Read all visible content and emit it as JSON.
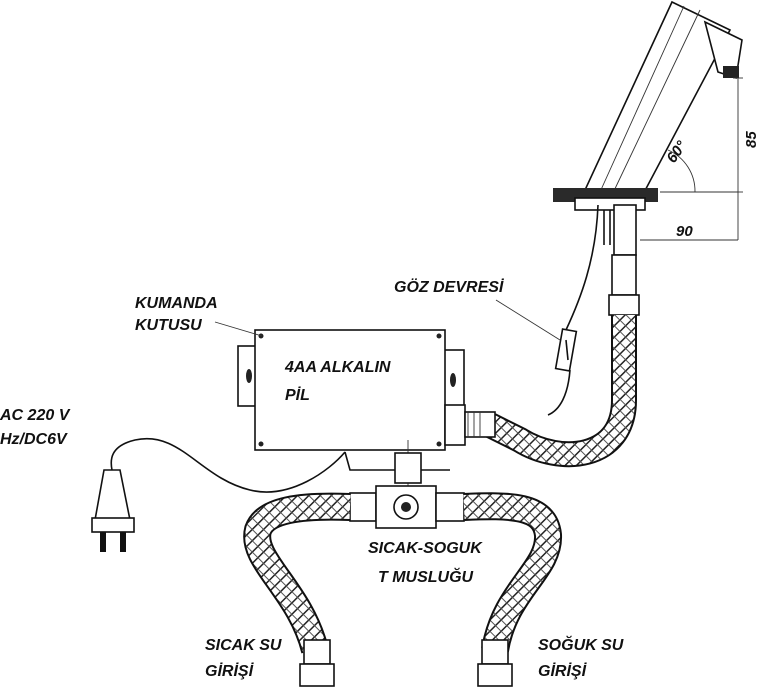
{
  "labels": {
    "control_box": [
      "KUMANDA",
      "KUTUSU"
    ],
    "battery": [
      "4AA ALKALIN",
      "PİL"
    ],
    "power": [
      "AC 220 V",
      "Hz/DC6V"
    ],
    "eye_circuit": "GÖZ DEVRESİ",
    "t_valve": [
      "SICAK-SOGUK",
      "T MUSLUĞU"
    ],
    "hot_inlet": [
      "SICAK SU",
      "GİRİŞİ"
    ],
    "cold_inlet": [
      "SOĞUK SU",
      "GİRİŞİ"
    ]
  },
  "dimensions": {
    "height": "85",
    "reach": "90",
    "angle": "60°"
  }
}
